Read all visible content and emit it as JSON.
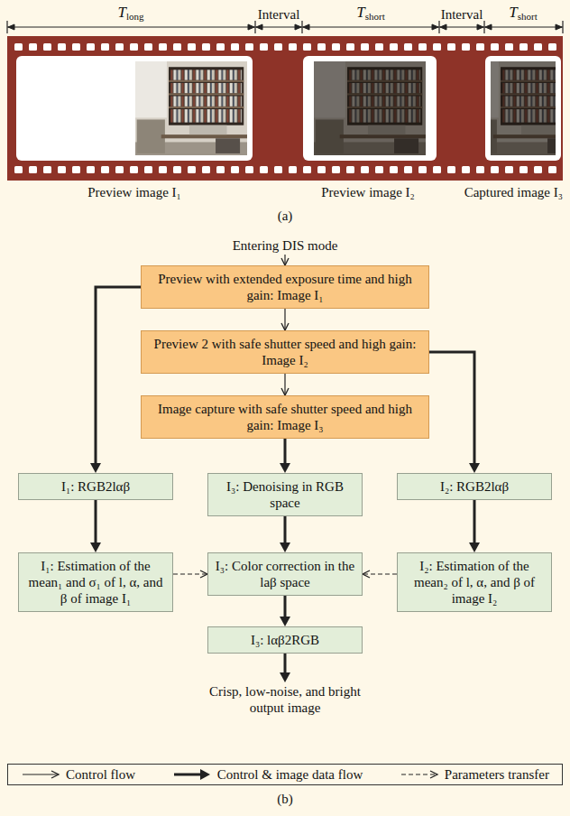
{
  "diagram": {
    "nodes": [
      {
        "text": [
          "Entering DIS mode"
        ]
      },
      {
        "text": [
          "Preview with extended exposure time and high gain: Image I₁"
        ]
      },
      {
        "text": [
          "Preview 2 with safe shutter speed and high gain: Image I₂"
        ]
      },
      {
        "text": [
          "Image capture with safe shutter speed and high gain: Image I₃"
        ]
      },
      {
        "text": [
          "I₁: RGB2lαβ"
        ]
      },
      {
        "text": [
          "I₃: Denoising in RGB space"
        ]
      },
      {
        "text": [
          "I₂: RGB2lαβ"
        ]
      },
      {
        "text": [
          "I₁: Estimation of the mean₁ and σ₁ of l, α, and β of image I₁"
        ]
      },
      {
        "text": [
          "I₃: Color correction in the laβ space"
        ]
      },
      {
        "text": [
          "I₂: Estimation of the mean₂ of l, α, and β of image I₂"
        ]
      },
      {
        "text": [
          "I₃: lαβ2RGB"
        ]
      },
      {
        "text": [
          "Crisp, low-noise, and bright output image"
        ]
      }
    ],
    "edges": [
      {
        "from": 0,
        "to": 1,
        "arrow": "to"
      },
      {
        "from": 1,
        "to": 2,
        "arrow": "to"
      },
      {
        "from": 2,
        "to": 3,
        "arrow": "to"
      },
      {
        "from": 1,
        "to": 4,
        "arrow": "to"
      },
      {
        "from": 2,
        "to": 6,
        "arrow": "to"
      },
      {
        "from": 3,
        "to": 5,
        "arrow": "to"
      },
      {
        "from": 4,
        "to": 7,
        "arrow": "to"
      },
      {
        "from": 5,
        "to": 8,
        "arrow": "to"
      },
      {
        "from": 6,
        "to": 9,
        "arrow": "to"
      },
      {
        "from": 7,
        "to": 8,
        "arrow": "to"
      },
      {
        "from": 9,
        "to": 8,
        "arrow": "to"
      },
      {
        "from": 8,
        "to": 10,
        "arrow": "to"
      },
      {
        "from": 10,
        "to": 11,
        "arrow": "to"
      }
    ],
    "labels": [
      "T",
      "long",
      "Interval",
      "T",
      "short",
      "Interval",
      "T",
      "short",
      "Preview image I₁",
      "Preview image I₂",
      "Captured image I₃",
      "(a)",
      "(b)"
    ],
    "legend": [
      {
        "text": "Control flow"
      },
      {
        "text": "Control & image data flow"
      },
      {
        "text": "Parameters transfer"
      }
    ]
  }
}
